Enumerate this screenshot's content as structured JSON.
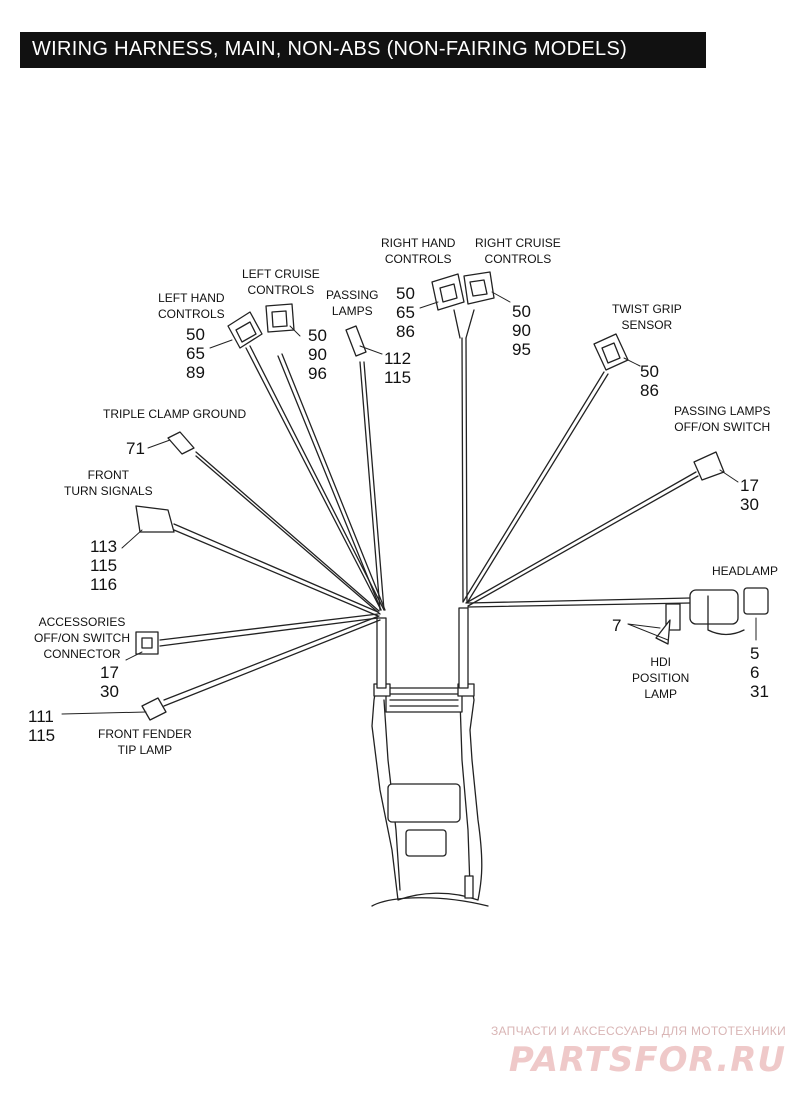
{
  "title": "WIRING HARNESS, MAIN, NON-ABS (NON-FAIRING MODELS)",
  "callouts": {
    "left_hand_controls": {
      "label": "LEFT HAND\nCONTROLS",
      "refs": "50\n65\n89"
    },
    "left_cruise_controls": {
      "label": "LEFT CRUISE\nCONTROLS",
      "refs": "50\n90\n96"
    },
    "passing_lamps": {
      "label": "PASSING\nLAMPS",
      "refs": "112\n115"
    },
    "right_hand_controls": {
      "label": "RIGHT HAND\nCONTROLS",
      "refs": "50\n65\n86"
    },
    "right_cruise_controls": {
      "label": "RIGHT CRUISE\nCONTROLS",
      "refs": "50\n90\n95"
    },
    "twist_grip_sensor": {
      "label": "TWIST GRIP\nSENSOR",
      "refs": "50\n86"
    },
    "triple_clamp_ground": {
      "label": "TRIPLE CLAMP GROUND",
      "refs": "71"
    },
    "passing_lamps_switch": {
      "label": "PASSING LAMPS\nOFF/ON SWITCH",
      "refs": "17\n30"
    },
    "front_turn_signals": {
      "label": "FRONT\nTURN SIGNALS",
      "refs": "113\n115\n116"
    },
    "headlamp": {
      "label": "HEADLAMP",
      "refs": "5\n6\n31"
    },
    "accessories_switch": {
      "label": "ACCESSORIES\nOFF/ON SWITCH\nCONNECTOR",
      "refs": "17\n30"
    },
    "hdi_position_lamp": {
      "label": "HDI\nPOSITION\nLAMP",
      "refs": "7"
    },
    "front_fender_tip_lamp": {
      "label": "FRONT FENDER\nTIP LAMP",
      "refs": "111\n115"
    }
  },
  "watermark": {
    "tagline": "ЗАПЧАСТИ И АКСЕССУАРЫ ДЛЯ МОТОТЕХНИКИ",
    "logo": "PARTSFOR.RU"
  }
}
